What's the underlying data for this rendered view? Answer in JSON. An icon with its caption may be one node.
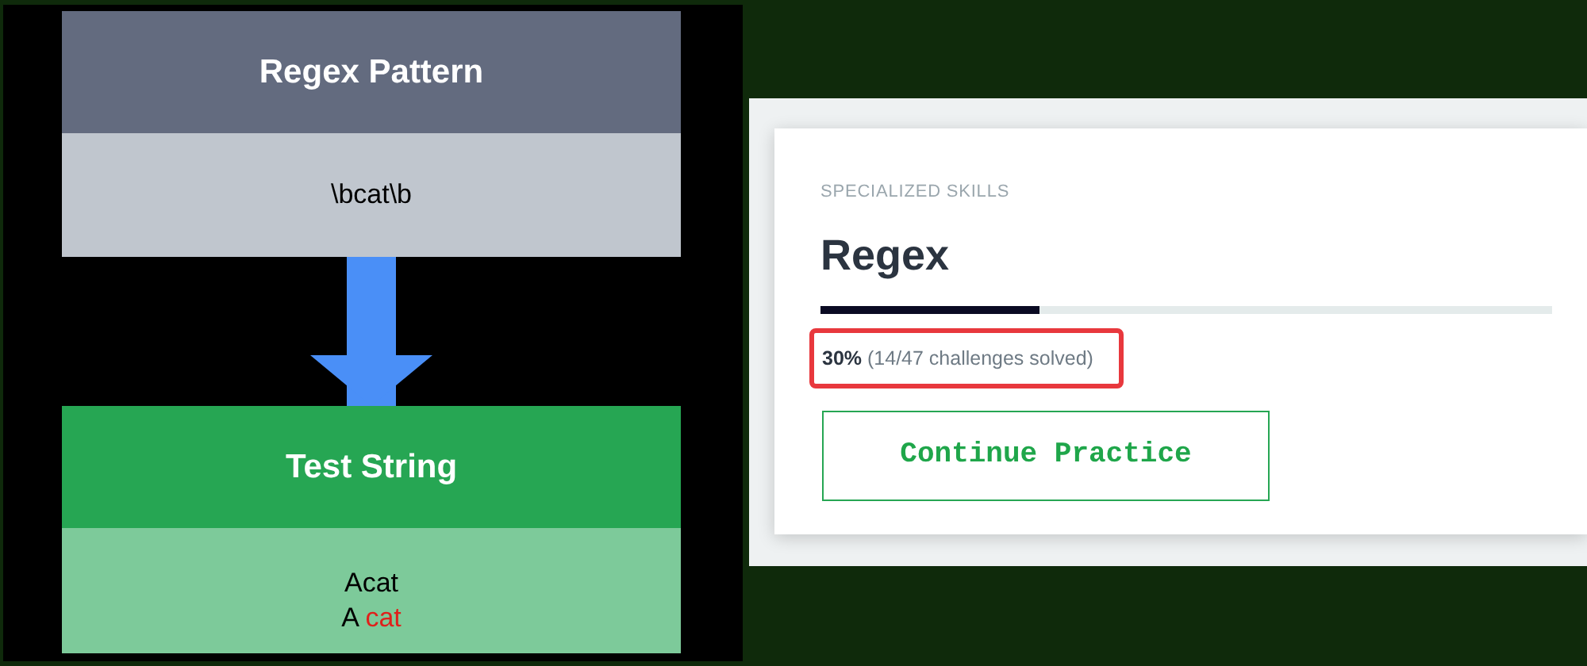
{
  "diagram": {
    "nodes": [
      {
        "text": [
          "Regex Pattern",
          "\\bcat\\b"
        ]
      },
      {
        "text": [
          "Test String",
          "Acat",
          "A cat"
        ]
      },
      {
        "text": [
          "SPECIALIZED SKILLS",
          "Regex"
        ]
      },
      {
        "text": [
          "**30%** (14/47 challenges solved)"
        ],
        "in": 2
      },
      {
        "text": [
          "Continue Practice"
        ],
        "in": 2
      }
    ],
    "edges": [
      {
        "from": 0,
        "to": 1,
        "arrow": "to"
      }
    ]
  }
}
